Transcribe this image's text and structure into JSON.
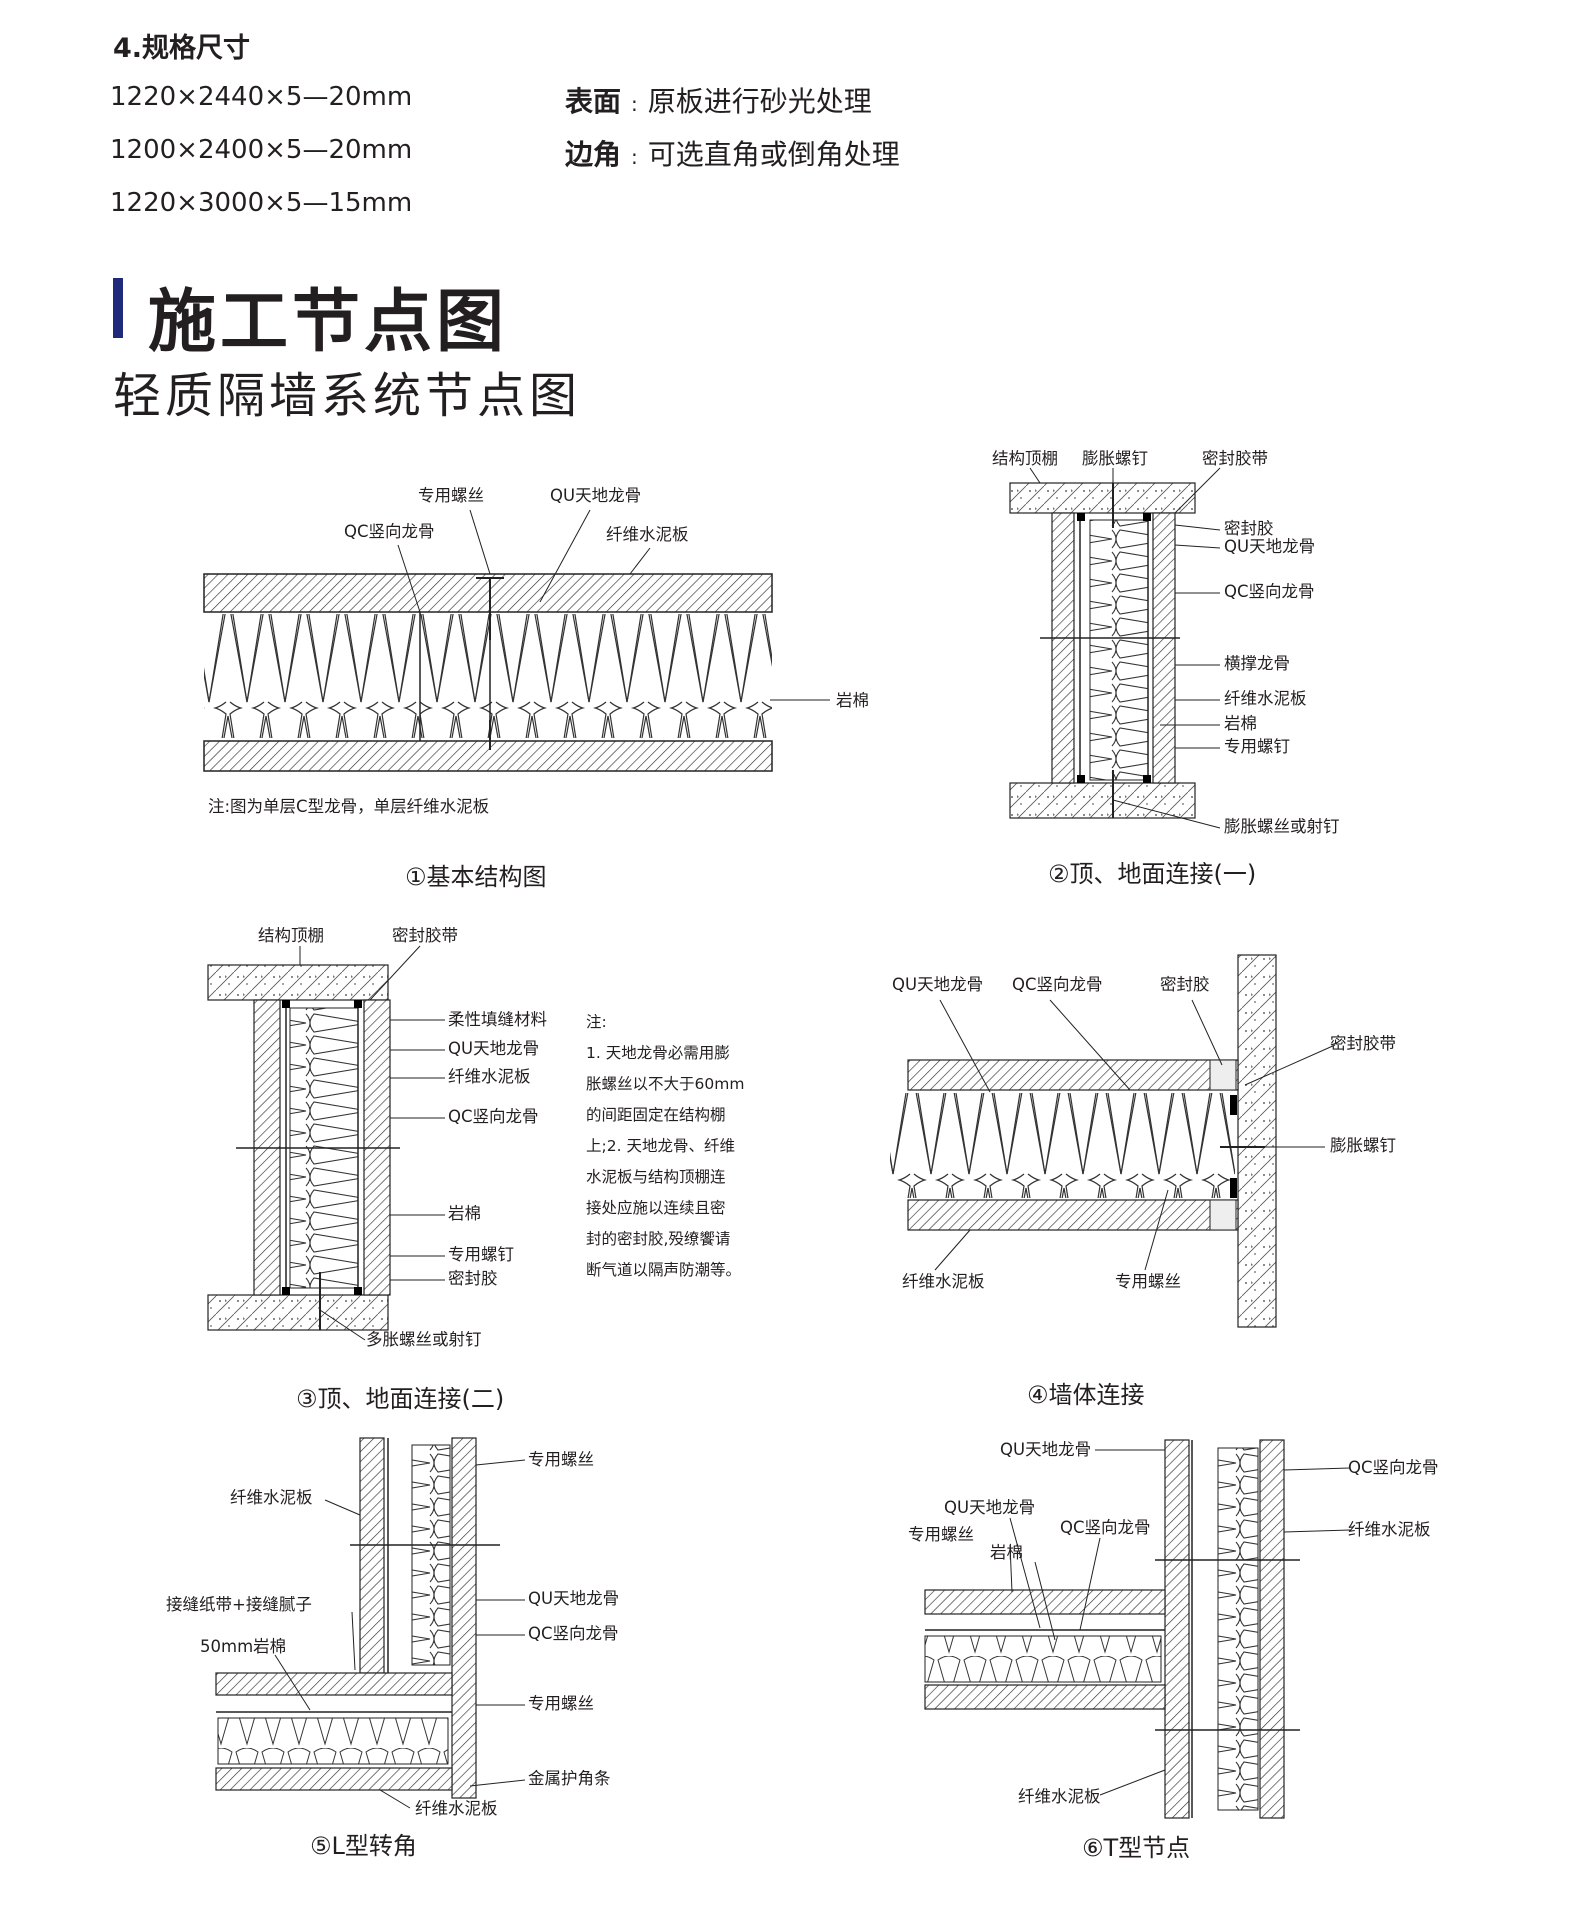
{
  "specs": {
    "heading": "4.规格尺寸",
    "sizes": [
      "1220×2440×5—20mm",
      "1200×2400×5—20mm",
      "1220×3000×5—15mm"
    ],
    "surface_label": "表面",
    "surface_value": "原板进行砂光处理",
    "edge_label": "边角",
    "edge_value": "可选直角或倒角处理",
    "colon": ":"
  },
  "section_title": "施工节点图",
  "section_subtitle": "轻质隔墙系统节点图",
  "accent_color": "#1f2a7a",
  "diagrams": {
    "d1": {
      "caption": "①基本结构图",
      "labels": [
        "专用螺丝",
        "QU天地龙骨",
        "QC竖向龙骨",
        "纤维水泥板",
        "岩棉"
      ],
      "note": "注:图为单层C型龙骨，单层纤维水泥板"
    },
    "d2": {
      "caption": "②顶、地面连接(一)",
      "labels": [
        "结构顶棚",
        "膨胀螺钉",
        "密封胶带",
        "密封胶",
        "QU天地龙骨",
        "QC竖向龙骨",
        "横撑龙骨",
        "纤维水泥板",
        "岩棉",
        "专用螺钉",
        "膨胀螺丝或射钉"
      ]
    },
    "d3": {
      "caption": "③顶、地面连接(二)",
      "labels": [
        "结构顶棚",
        "密封胶带",
        "柔性填缝材料",
        "QU天地龙骨",
        "纤维水泥板",
        "QC竖向龙骨",
        "岩棉",
        "专用螺钉",
        "密封胶",
        "多胀螺丝或射钉"
      ],
      "notes": [
        "注:",
        "1. 天地龙骨必需用膨",
        "胀螺丝以不大于60mm",
        "的间距固定在结构棚",
        "上;2. 天地龙骨、纤维",
        "水泥板与结构顶棚连",
        "接处应施以连续且密",
        "封的密封胶,殁缭饗请",
        "断气道以隔声防潮等。"
      ]
    },
    "d4": {
      "caption": "④墙体连接",
      "labels": [
        "QU天地龙骨",
        "QC竖向龙骨",
        "密封胶",
        "密封胶带",
        "膨胀螺钉",
        "纤维水泥板",
        "专用螺丝"
      ]
    },
    "d5": {
      "caption": "⑤L型转角",
      "labels": [
        "专用螺丝",
        "纤维水泥板",
        "接缝纸带+接缝腻子",
        "QU天地龙骨",
        "50mm岩棉",
        "QC竖向龙骨",
        "专用螺丝",
        "金属护角条",
        "纤维水泥板"
      ]
    },
    "d6": {
      "caption": "⑥T型节点",
      "labels": [
        "QU天地龙骨",
        "QC竖向龙骨",
        "QU天地龙骨",
        "纤维水泥板",
        "专用螺丝",
        "QC竖向龙骨",
        "岩棉",
        "纤维水泥板"
      ]
    }
  }
}
